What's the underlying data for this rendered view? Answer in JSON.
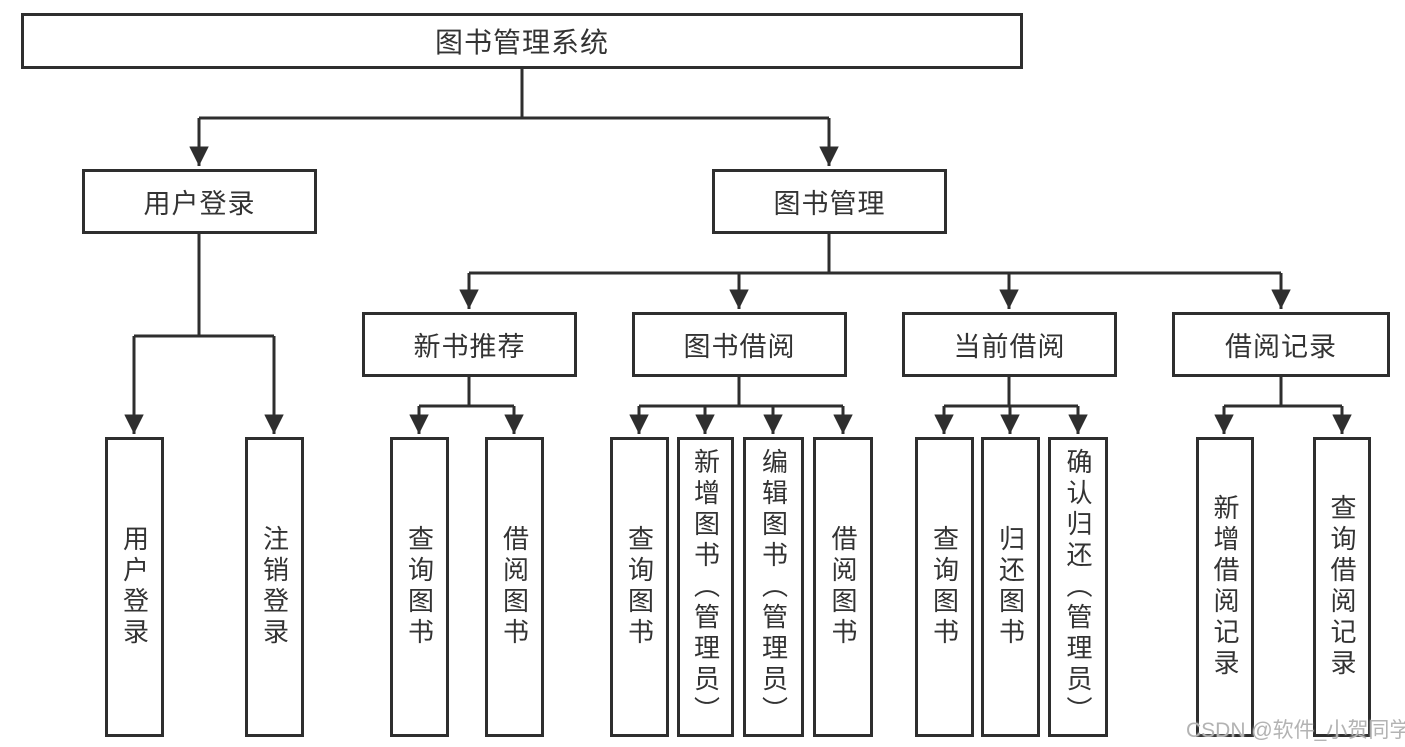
{
  "colors": {
    "line": "#2e2e2e",
    "text": "#333333",
    "background": "#ffffff",
    "watermark": "#b3b3b3"
  },
  "watermark": {
    "text": "CSDN @软件_小贺同学"
  },
  "diagram": {
    "root": {
      "label": "图书管理系统"
    },
    "branches": [
      {
        "label": "用户登录",
        "children": [
          {
            "label": "用户登录"
          },
          {
            "label": "注销登录"
          }
        ]
      },
      {
        "label": "图书管理",
        "children": [
          {
            "label": "新书推荐",
            "children": [
              {
                "label": "查询图书"
              },
              {
                "label": "借阅图书"
              }
            ]
          },
          {
            "label": "图书借阅",
            "children": [
              {
                "label": "查询图书"
              },
              {
                "label": "新增图书（管理员）"
              },
              {
                "label": "编辑图书（管理员）"
              },
              {
                "label": "借阅图书"
              }
            ]
          },
          {
            "label": "当前借阅",
            "children": [
              {
                "label": "查询图书"
              },
              {
                "label": "归还图书"
              },
              {
                "label": "确认归还（管理员）"
              }
            ]
          },
          {
            "label": "借阅记录",
            "children": [
              {
                "label": "新增借阅记录"
              },
              {
                "label": "查询借阅记录"
              }
            ]
          }
        ]
      }
    ]
  }
}
